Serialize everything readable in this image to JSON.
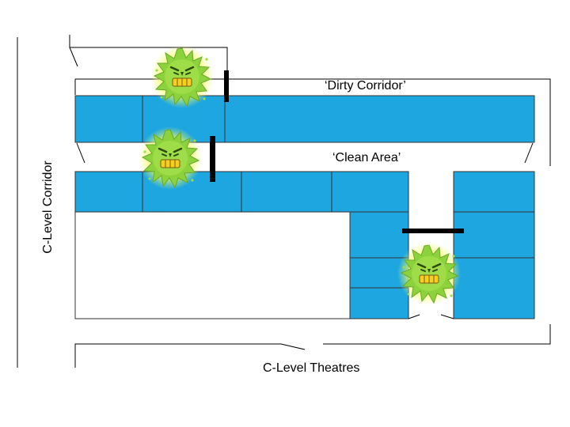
{
  "labels": {
    "dirty_corridor": "‘Dirty Corridor’",
    "clean_area": "‘Clean Area’",
    "c_level_theatres": "C-Level Theatres",
    "c_level_corridor": "C-Level Corridor"
  },
  "colors": {
    "room_fill": "#1ea6e0",
    "room_stroke": "#333333",
    "wall": "#000000",
    "barrier": "#000000",
    "germ_body": "#8cd23c",
    "germ_glow": "#e8f84a",
    "germ_teeth": "#f5d020"
  },
  "icons": {
    "germ": "germ-icon",
    "barrier": "barrier-bar"
  }
}
